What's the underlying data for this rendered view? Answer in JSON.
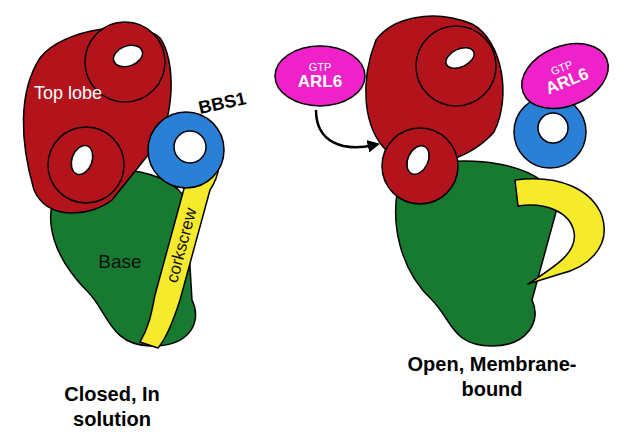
{
  "diagram": {
    "nodes": [
      {
        "text": [
          "Top lobe"
        ]
      },
      {
        "text": [
          "BBS1"
        ]
      },
      {
        "text": [
          "corkscrew"
        ]
      },
      {
        "text": [
          "Base"
        ]
      },
      {
        "text": [
          "GTP",
          "ARL6"
        ]
      },
      {
        "text": [
          "GTP",
          "ARL6"
        ]
      }
    ],
    "labels": [
      "Closed, In solution",
      "Open, Membrane-bound"
    ]
  }
}
